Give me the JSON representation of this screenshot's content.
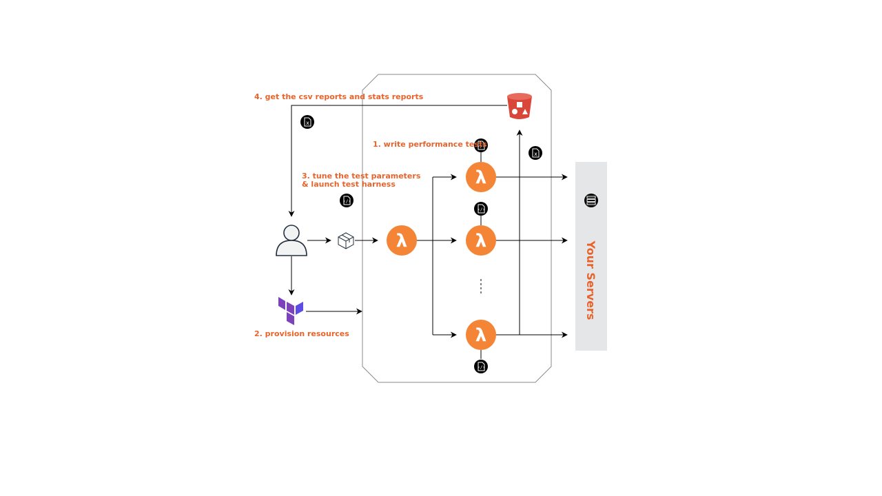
{
  "colors": {
    "label": "#e8632b",
    "lambda": "#f58536",
    "bucket": "#d9473a",
    "terraform": "#7b42bc",
    "servers_bg": "#e5e6e8",
    "line": "#000000",
    "boundary": "#8a8a8a"
  },
  "labels": {
    "step1": "1. write performance tests",
    "step2": "2. provision resources",
    "step3_line1": "3. tune the test parameters",
    "step3_line2": "& launch test harness",
    "step4": "4. get the csv reports and stats reports"
  },
  "servers": {
    "label": "Your Servers",
    "icon": "server-icon"
  },
  "lambda_symbol": "λ",
  "icons": {
    "user": "user-icon",
    "terraform": "terraform-icon",
    "bucket": "s3-bucket-icon",
    "package": "package-icon",
    "code_file": "code-file-icon",
    "csv_file": "csv-file-icon",
    "lambda": "lambda-icon",
    "ellipsis": "vertical-ellipsis"
  }
}
